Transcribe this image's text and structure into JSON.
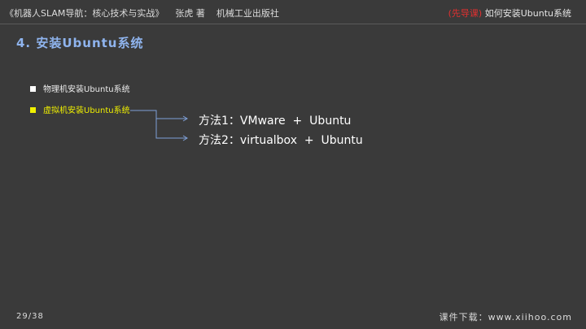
{
  "header": {
    "book_title": "《机器人SLAM导航：核心技术与实战》",
    "author": "张虎 著",
    "publisher": "机械工业出版社",
    "tag_prefix": "(先导课)",
    "tag_topic": "如何安装Ubuntu系统"
  },
  "section_title": "4. 安装Ubuntu系统",
  "bullets": [
    {
      "label": "物理机安装Ubuntu系统",
      "color": "#ececec"
    },
    {
      "label": "虚拟机安装Ubuntu系统",
      "color": "#f0f000"
    }
  ],
  "methods": [
    {
      "label": "方法1：VMware  +  Ubuntu"
    },
    {
      "label": "方法2：virtualbox  +  Ubuntu"
    }
  ],
  "footer": {
    "page": "29/38",
    "download": "课件下载：www.xiihoo.com"
  },
  "colors": {
    "background": "#3a3a3a",
    "section_title": "#8fb4ee",
    "highlight": "#f0f000",
    "tag_prefix": "#e03030",
    "connector": "#7fa0d8"
  }
}
